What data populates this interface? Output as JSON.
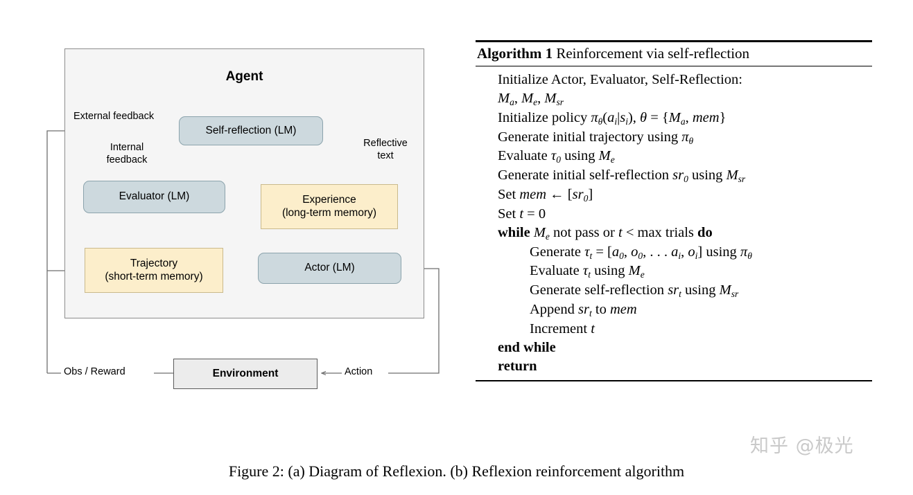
{
  "diagram": {
    "agent_title": "Agent",
    "nodes": {
      "self_reflection": "Self-reflection (LM)",
      "evaluator": "Evaluator (LM)",
      "experience_line1": "Experience",
      "experience_line2": "(long-term memory)",
      "trajectory_line1": "Trajectory",
      "trajectory_line2": "(short-term memory)",
      "actor": "Actor (LM)",
      "environment": "Environment"
    },
    "edge_labels": {
      "external_feedback": "External feedback",
      "internal_feedback": "Internal\nfeedback",
      "reflective_text": "Reflective\ntext",
      "obs_reward": "Obs / Reward",
      "action": "Action"
    },
    "colors": {
      "lm_fill": "#cdd9de",
      "memory_fill": "#fceecb",
      "agent_fill": "#f5f5f5",
      "environment_fill": "#ececec",
      "wire": "#6e6e6e"
    }
  },
  "algorithm": {
    "label": "Algorithm 1",
    "title": "Reinforcement via self-reflection",
    "lines": [
      "Initialize Actor, Evaluator, Self-Reflection:",
      "Ma, Me, Msr",
      "Initialize policy πθ(ai|si), θ = {Ma, mem}",
      "Generate initial trajectory using πθ",
      "Evaluate τ0 using Me",
      "Generate initial self-reflection sr0 using Msr",
      "Set mem ← [sr0]",
      "Set t = 0",
      "while Me not pass or t < max trials do",
      "Generate τt = [a0, o0, . . . ai, oi] using πθ",
      "Evaluate τt using Me",
      "Generate self-reflection srt using Msr",
      "Append srt to mem",
      "Increment t",
      "end while",
      "return"
    ]
  },
  "caption": "Figure 2: (a) Diagram of Reflexion. (b) Reflexion reinforcement algorithm",
  "watermark": "知乎 @极光"
}
